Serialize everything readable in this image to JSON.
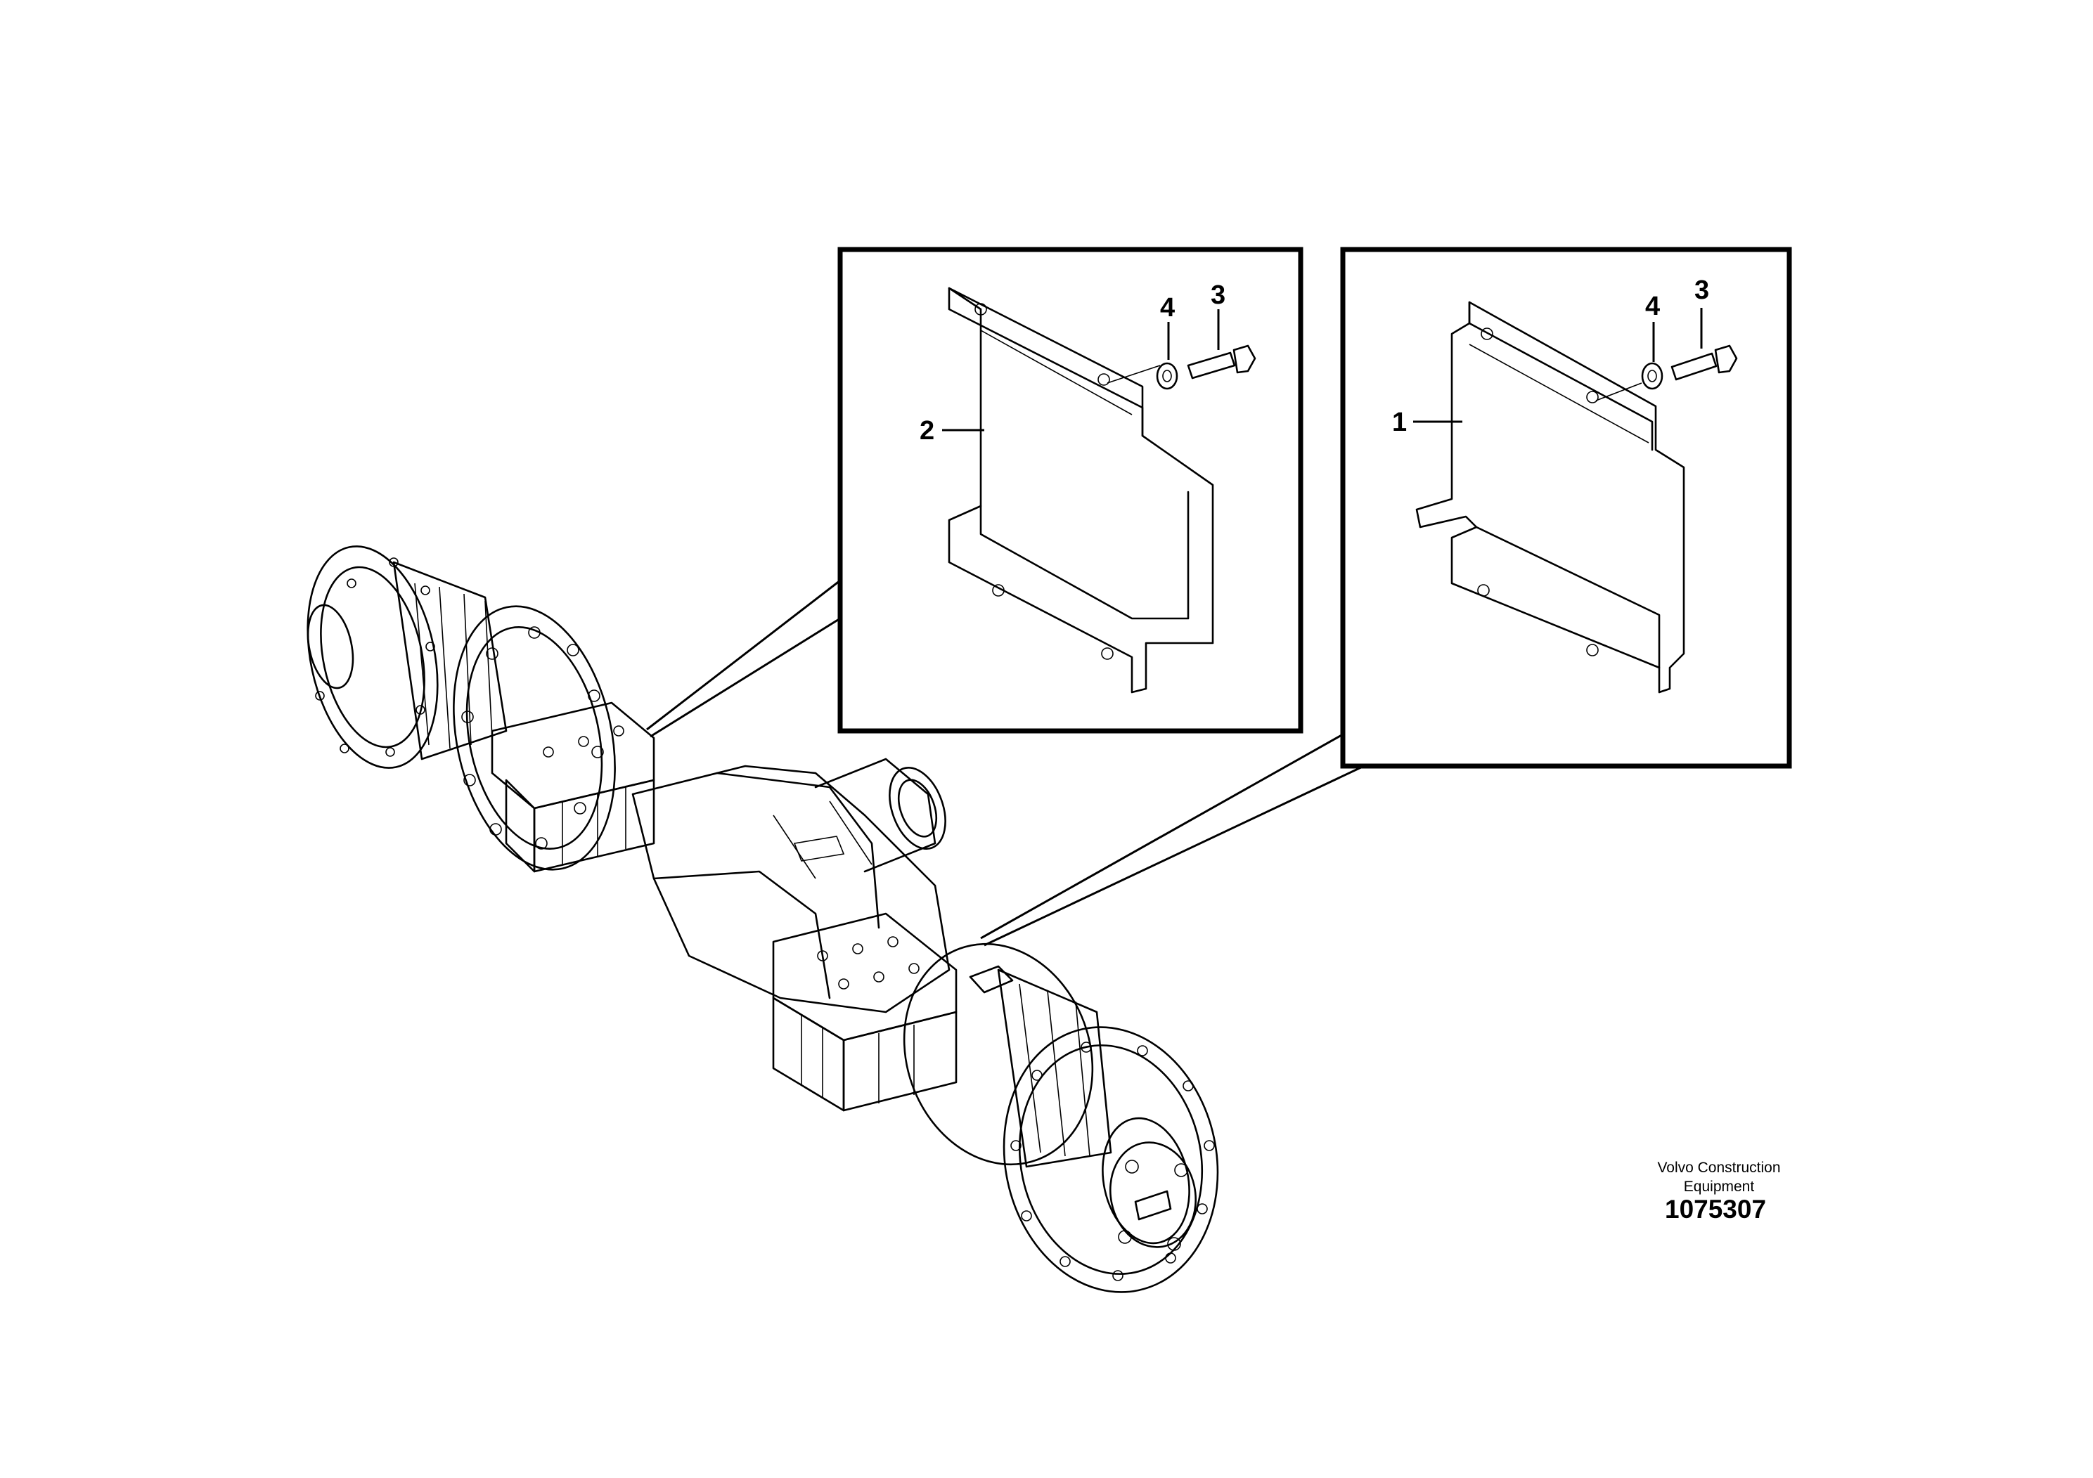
{
  "callouts": {
    "left_panel": {
      "bracket": "2",
      "washer": "4",
      "screw": "3"
    },
    "right_panel": {
      "bracket": "1",
      "washer": "4",
      "screw": "3"
    }
  },
  "credit": {
    "line1": "Volvo Construction",
    "line2": "Equipment"
  },
  "part_number": "1075307",
  "icons": [
    "axle-assembly-drawing",
    "mud-guard-bracket-drawing",
    "washer-icon",
    "flange-screw-icon"
  ]
}
